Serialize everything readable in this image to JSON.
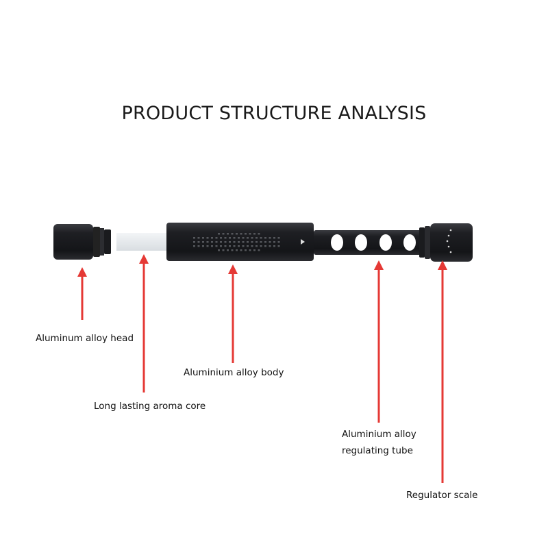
{
  "title": "PRODUCT STRUCTURE ANALYSIS",
  "colors": {
    "arrow": "#e53935",
    "body": "#1b1c1f",
    "core": "#e9ecef"
  },
  "parts": [
    {
      "name": "aluminum-alloy-head",
      "label": "Aluminum alloy head"
    },
    {
      "name": "long-lasting-aroma-core",
      "label": "Long lasting aroma core"
    },
    {
      "name": "aluminium-alloy-body",
      "label": "Aluminium alloy body"
    },
    {
      "name": "aluminium-alloy-regulating-tube",
      "label_line1": "Aluminium alloy",
      "label_line2": "regulating tube"
    },
    {
      "name": "regulator-scale",
      "label": "Regulator scale"
    }
  ]
}
